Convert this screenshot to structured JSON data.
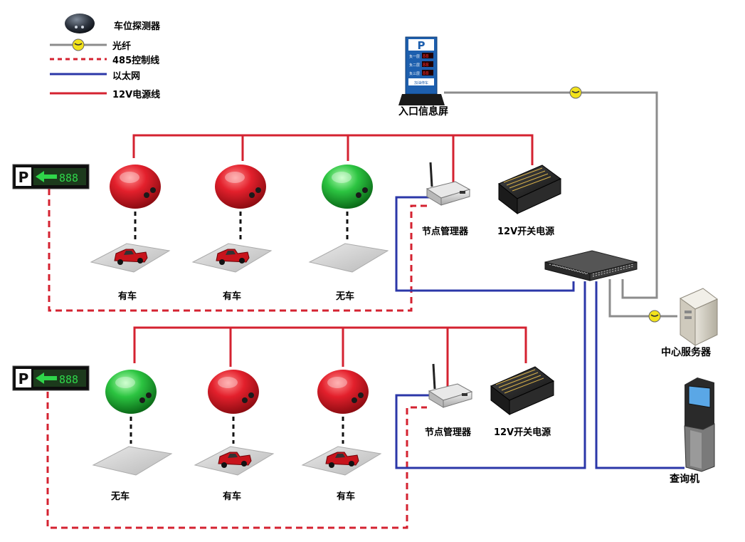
{
  "legend": {
    "detector": "车位探测器",
    "fiber": "光纤",
    "rs485": "485控制线",
    "ethernet": "以太网",
    "power12v": "12V电源线"
  },
  "labels": {
    "entrance_screen": "入口信息屏",
    "node_manager": "节点管理器",
    "power_supply": "12V开关电源",
    "server": "中心服务器",
    "kiosk": "查询机",
    "occupied": "有车",
    "vacant": "无车"
  },
  "entrance_screen": {
    "letter": "P",
    "rows": [
      "负一层",
      "负二层",
      "负三层"
    ],
    "footer": "加油停车"
  },
  "guide_sign_letter": "P",
  "groups": [
    {
      "spaces": [
        {
          "status": "occupied",
          "state_label": "有车"
        },
        {
          "status": "occupied",
          "state_label": "有车"
        },
        {
          "status": "vacant",
          "state_label": "无车"
        }
      ]
    },
    {
      "spaces": [
        {
          "status": "vacant",
          "state_label": "无车"
        },
        {
          "status": "occupied",
          "state_label": "有车"
        },
        {
          "status": "occupied",
          "state_label": "有车"
        }
      ]
    }
  ],
  "colors": {
    "occupied": "#d41f2a",
    "vacant": "#1fb73a",
    "power_line": "#d42230",
    "rs485_line": "#d42230",
    "ethernet_line": "#2b37a8",
    "fiber_line": "#8c8c8c",
    "fiber_connector": "#f2e21b"
  }
}
